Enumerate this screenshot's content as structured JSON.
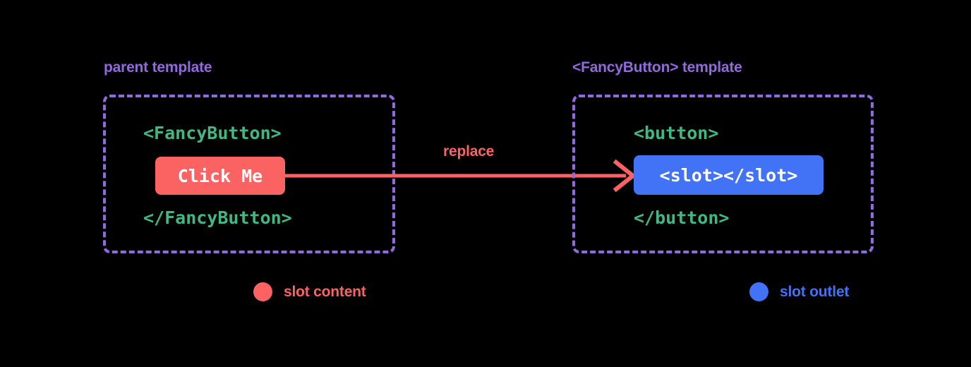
{
  "diagram": {
    "title_semantic": "vue-slot-replacement-diagram",
    "background_color": "#000000",
    "colors": {
      "purple": "#9269DE",
      "green": "#41B883",
      "coral": "#FB6363",
      "blue": "#4272F5",
      "white": "#FFFFFF",
      "background": "#000000"
    }
  },
  "panels": {
    "parent": {
      "title": "parent template",
      "code_open": "<FancyButton>",
      "chip_text": "Click Me",
      "code_close": "</FancyButton>"
    },
    "fancy": {
      "title": "<FancyButton> template",
      "code_open": "<button>",
      "chip_text": "<slot></slot>",
      "code_close": "</button>"
    }
  },
  "connector": {
    "label": "replace",
    "direction": "left-to-right",
    "arrowhead": "arrow-right-icon"
  },
  "legend": [
    {
      "label": "slot content",
      "color": "#FB6363",
      "marker": "circle-marker-icon"
    },
    {
      "label": "slot outlet",
      "color": "#4272F5",
      "marker": "circle-marker-icon"
    }
  ]
}
